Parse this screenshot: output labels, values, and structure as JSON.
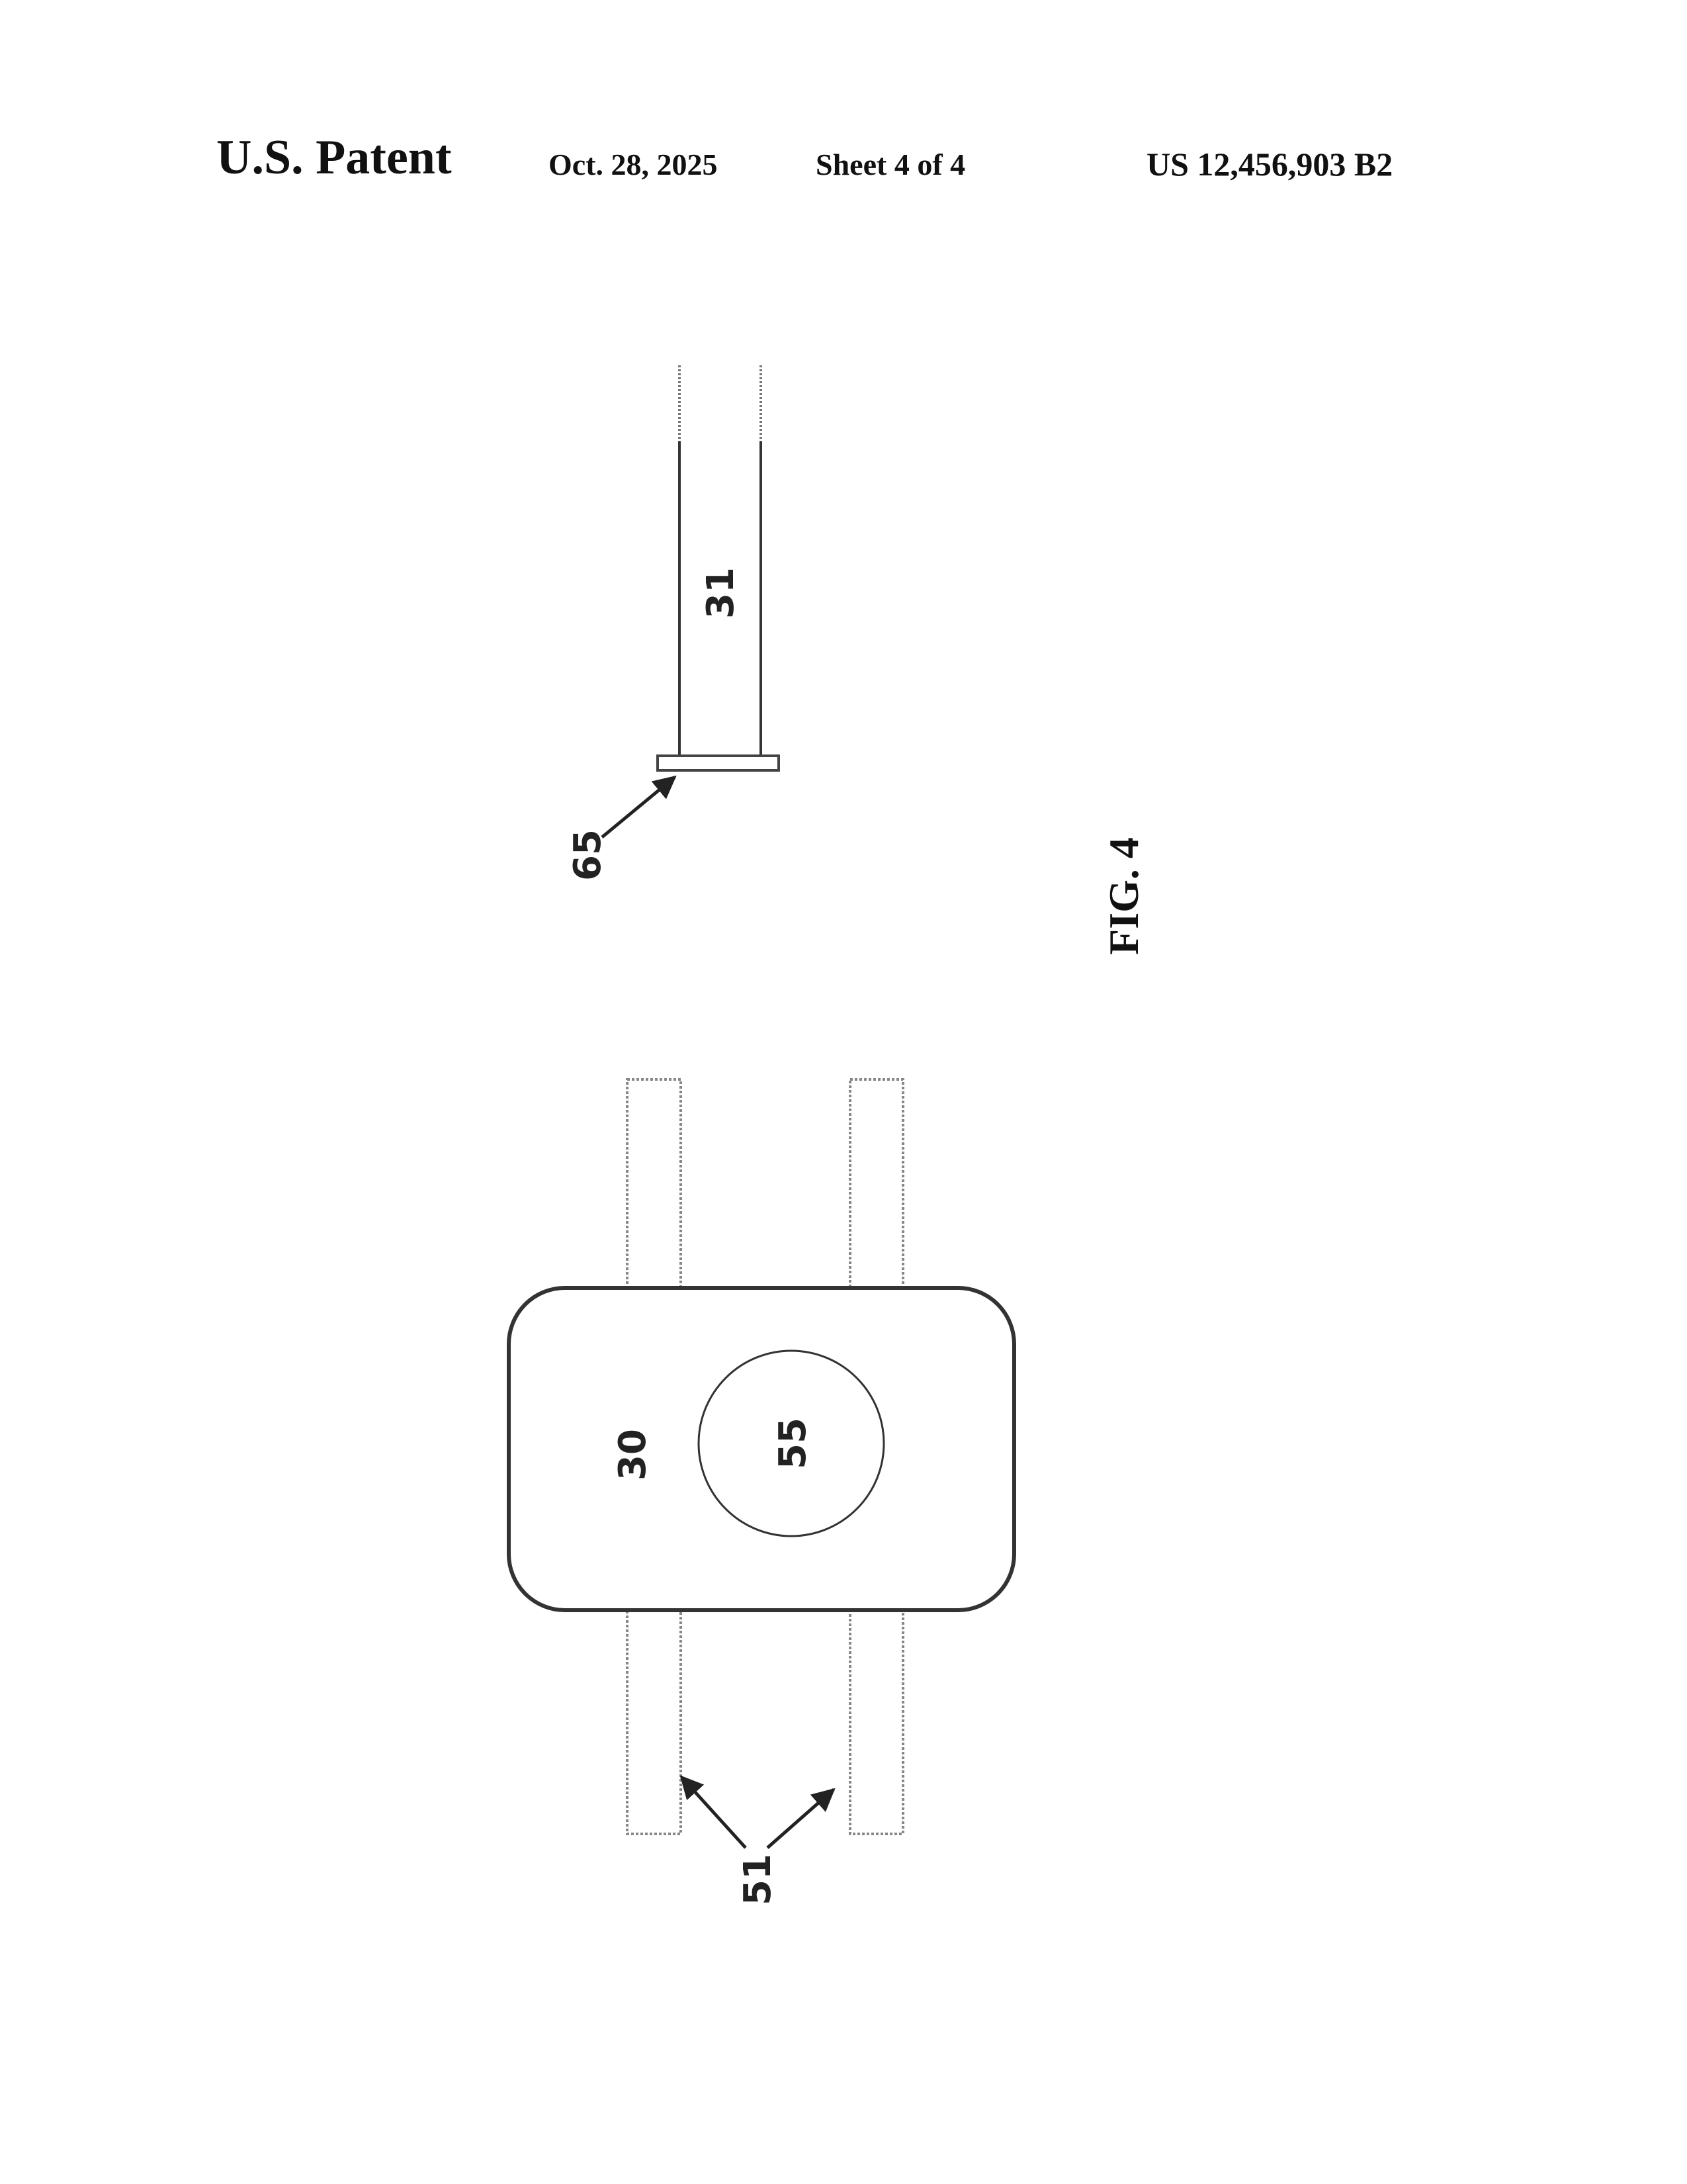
{
  "header": {
    "title": "U.S. Patent",
    "date": "Oct. 28, 2025",
    "sheet": "Sheet 4 of 4",
    "patent_number": "US 12,456,903 B2"
  },
  "figure": {
    "caption": "FIG. 4",
    "labels": {
      "tube": "31",
      "cap": "65",
      "body": "30",
      "circle": "55",
      "straps": "51"
    }
  }
}
